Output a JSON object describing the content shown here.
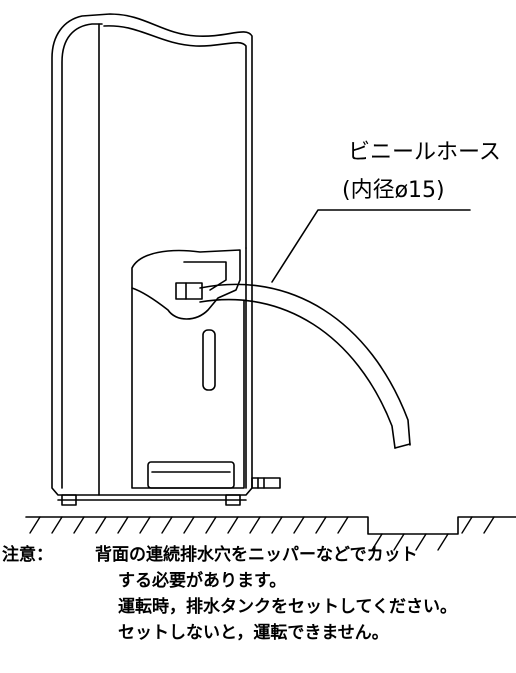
{
  "hose_label": {
    "line1": "ビニールホース",
    "line2": "(内径ø15)"
  },
  "note": {
    "heading": "注意：",
    "line1": "背面の連続排水穴をニッパーなどでカット",
    "line2": "する必要があります。",
    "line3": "運転時，排水タンクをセットしてください。",
    "line4": "セットしないと，運転できません。"
  }
}
